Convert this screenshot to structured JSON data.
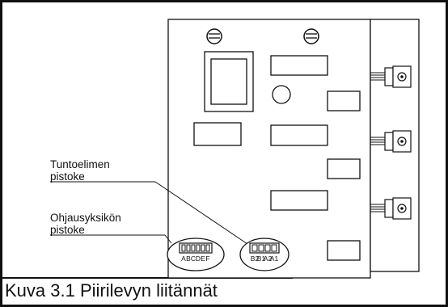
{
  "labels": {
    "sensor_line1": "Tuntoelimen",
    "sensor_line2": "pistoke",
    "control_line1": "Ohjausyksikön",
    "control_line2": "pistoke"
  },
  "connector_left_pins": [
    "A",
    "B",
    "C",
    "D",
    "E",
    "F"
  ],
  "connector_right_pins": [
    "B2",
    "B1",
    "A2",
    "A1"
  ],
  "caption": "Kuva 3.1 Piirilevyn liitännät"
}
